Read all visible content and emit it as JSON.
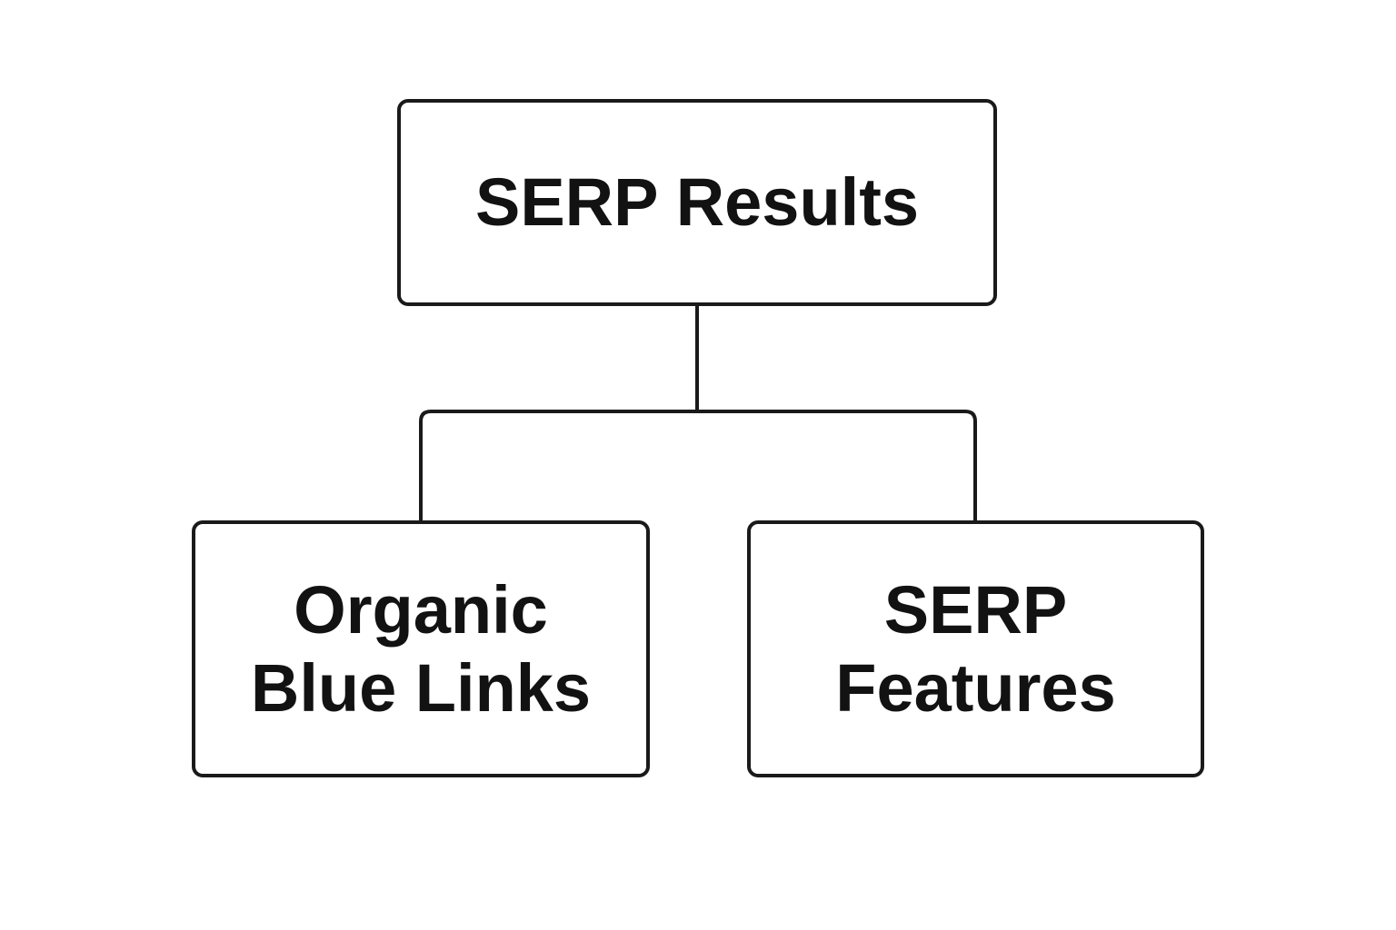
{
  "diagram": {
    "type": "tree",
    "background_color": "#ffffff",
    "line_color": "#1a1a1a",
    "text_color": "#121212",
    "root": {
      "id": "serp-results",
      "label": "SERP Results"
    },
    "children": [
      {
        "id": "organic-blue-links",
        "label": "Organic Blue Links",
        "line1": "Organic",
        "line2": "Blue Links"
      },
      {
        "id": "serp-features",
        "label": "SERP Features",
        "line1": "SERP",
        "line2": "Features"
      }
    ],
    "edges": [
      {
        "from": "SERP Results",
        "to": "Organic Blue Links"
      },
      {
        "from": "SERP Results",
        "to": "SERP Features"
      }
    ]
  }
}
